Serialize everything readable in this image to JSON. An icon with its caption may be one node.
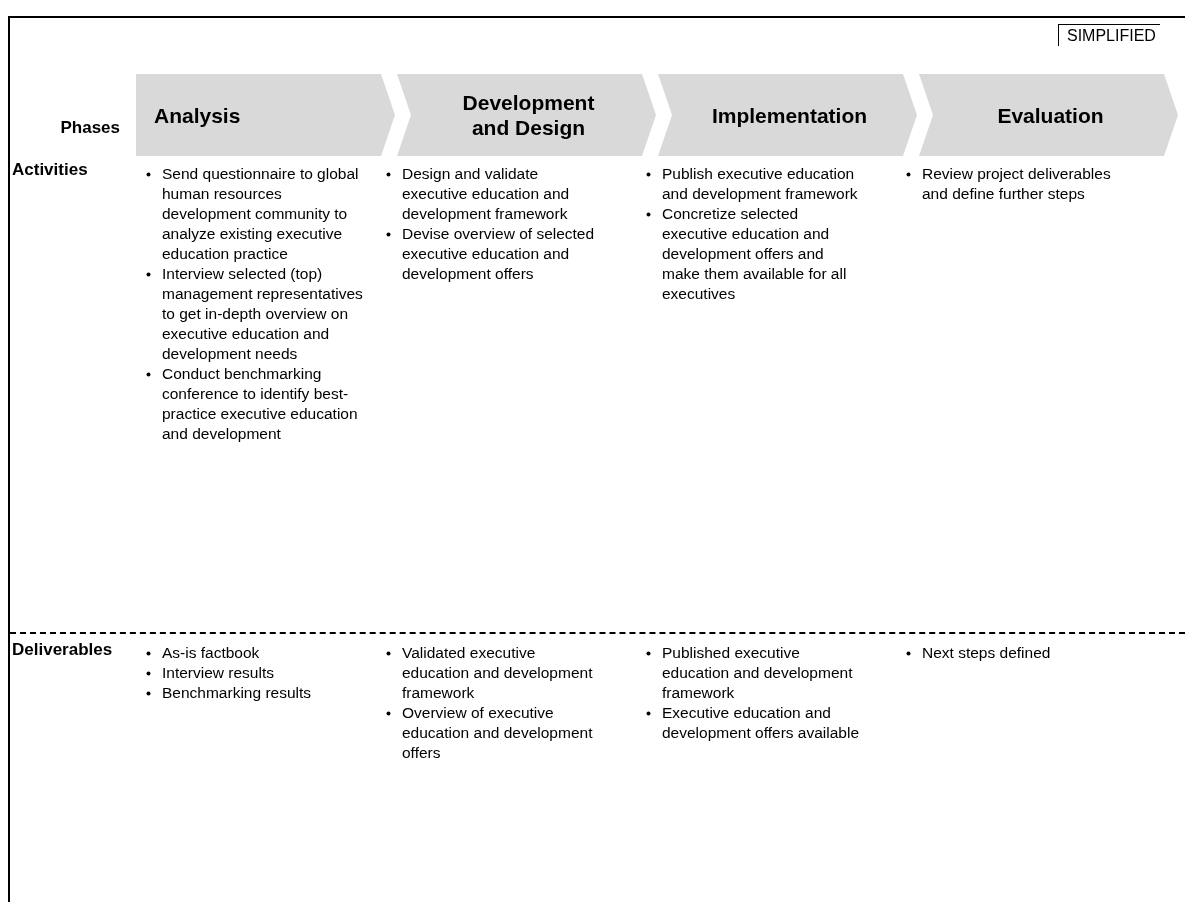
{
  "diagram": {
    "nodes": [
      {
        "text": [
          "Analysis"
        ]
      },
      {
        "text": [
          "Development and Design"
        ]
      },
      {
        "text": [
          "Implementation"
        ]
      },
      {
        "text": [
          "Evaluation"
        ]
      }
    ],
    "edges": [],
    "labels": [
      "SIMPLIFIED",
      "Phases",
      "Activities",
      "Send questionnaire to global human resources development community to analyze existing executive education practice",
      "Interview selected (top) management representatives to get in-depth overview on executive education and development needs",
      "Conduct benchmarking conference to identify best-practice executive education and development",
      "Design and validate executive education and development framework",
      "Devise overview of selected executive education and development offers",
      "Publish executive education and development framework",
      "Concretize selected executive education and development offers and make them available for all executives",
      "Review project deliverables and define further steps",
      "Deliverables",
      "As-is factbook",
      "Interview results",
      "Benchmarking results",
      "Validated executive education and development framework",
      "Overview of executive education and development offers",
      "Published executive education and development framework",
      "Executive education and development offers available",
      "Next steps defined"
    ]
  }
}
